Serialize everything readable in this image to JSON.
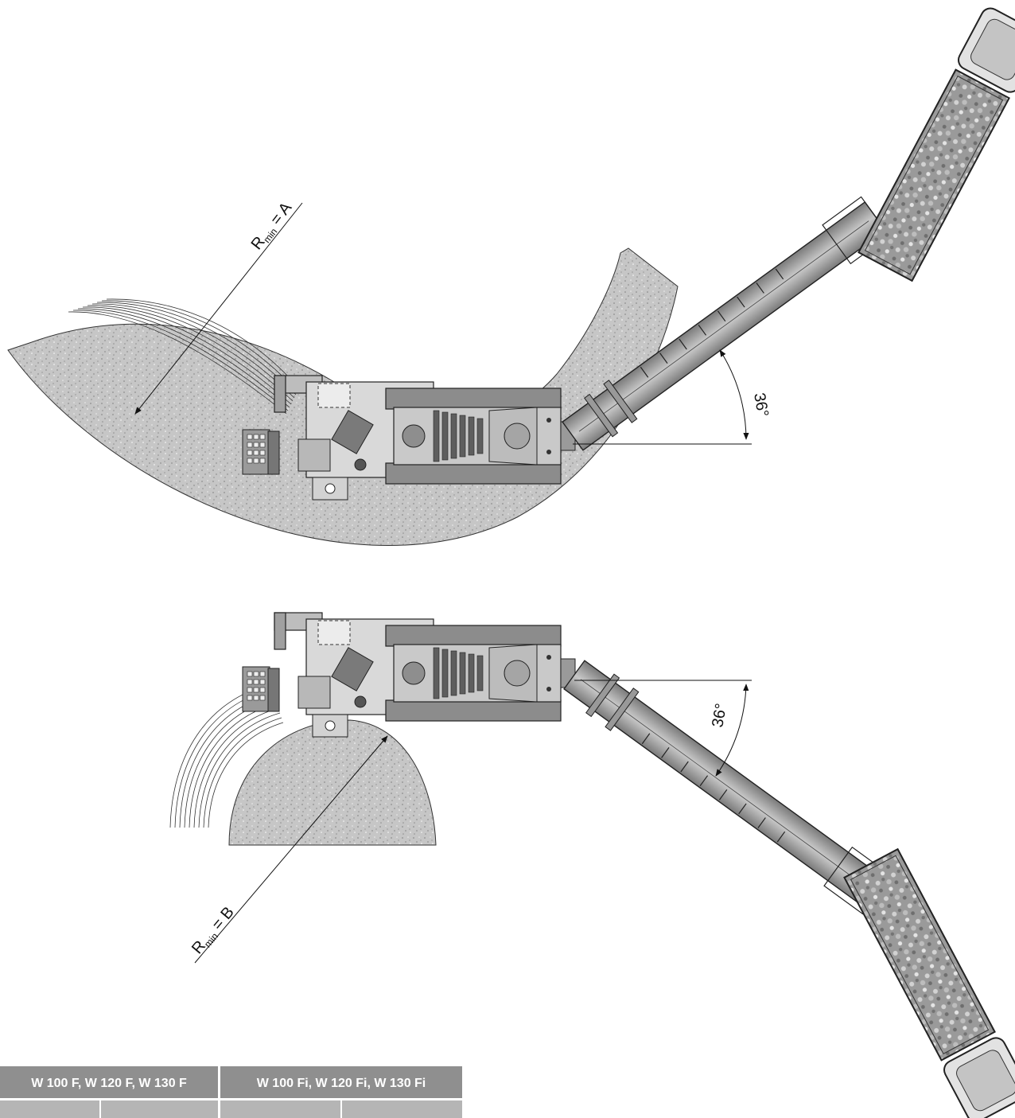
{
  "labels": {
    "radius_a": {
      "r": "R",
      "sub": "min",
      "rest": " = A"
    },
    "radius_b": {
      "r": "R",
      "sub": "min",
      "rest": " = B"
    },
    "angle_top": "36°",
    "angle_bottom": "36°"
  },
  "table": {
    "headers": [
      "W 100 F, W 120 F, W 130 F",
      "W 100 Fi, W 120 Fi, W 130 Fi"
    ]
  },
  "colors": {
    "ground": "#c4c4c4",
    "machine_dark": "#8a8a8a",
    "machine_mid": "#b0b0b0",
    "machine_light": "#dedede",
    "header": "#8f8f8f",
    "line": "#1a1a1a"
  }
}
